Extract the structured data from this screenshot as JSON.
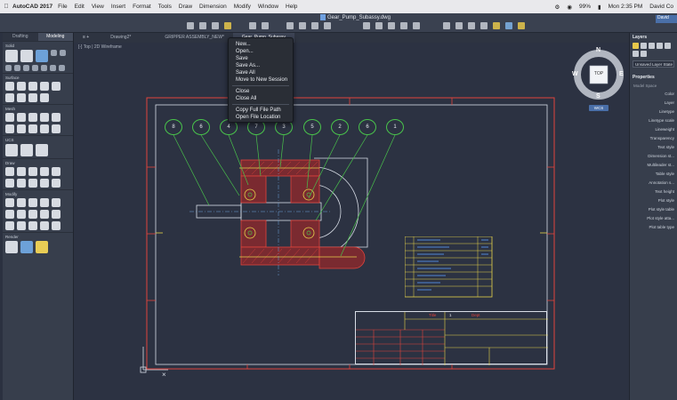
{
  "menubar": {
    "app": "AutoCAD 2017",
    "items": [
      "File",
      "Edit",
      "View",
      "Insert",
      "Format",
      "Tools",
      "Draw",
      "Dimension",
      "Modify",
      "Window",
      "Help"
    ],
    "battery": "99%",
    "clock": "Mon 2:35 PM",
    "user": "David Co"
  },
  "title": {
    "filename": "Gear_Pump_Subassy.dwg",
    "user_button": "David"
  },
  "palette": {
    "tabs": [
      "Drafting",
      "Modeling"
    ],
    "sections": [
      "Solid",
      "Surface",
      "Mesh",
      "UCS",
      "Draw",
      "Modify",
      "Render"
    ]
  },
  "doctabs": [
    {
      "label": "Drawing2*"
    },
    {
      "label": "GRIPPER ASSEMBLY_NEW*"
    },
    {
      "label": "Gear_Pump_Subassy"
    }
  ],
  "viewport": {
    "label": "[-] Top | 2D Wireframe"
  },
  "viewcube": {
    "top": "TOP",
    "n": "N",
    "s": "S",
    "e": "E",
    "w": "W",
    "wcs": "WCS"
  },
  "context_menu": {
    "group1": [
      "New...",
      "Open...",
      "Save",
      "Save As...",
      "Save All",
      "Move to New Session"
    ],
    "group2": [
      "Close",
      "Close All"
    ],
    "group3": [
      "Copy Full File Path",
      "Open File Location"
    ]
  },
  "balloons": [
    "8",
    "6",
    "4",
    "7",
    "3",
    "5",
    "2",
    "6",
    "1"
  ],
  "title_block": {
    "row1": [
      "Title",
      "1",
      "Dept"
    ]
  },
  "right_panel": {
    "layers_title": "Layers",
    "layer_select": "Unsaved Layer State",
    "properties_title": "Properties",
    "model_space": "Model Space",
    "props": [
      "Color",
      "Layer",
      "Linetype",
      "Linetype scale",
      "Lineweight",
      "Transparency",
      "Text style",
      "Dimension st...",
      "Multileader st...",
      "Table style",
      "Annotation s...",
      "Text height",
      "Plot style",
      "Plot style table",
      "Plot style atta...",
      "Plot table type"
    ]
  },
  "colors": {
    "accent": "#4a6fa8",
    "drawing_red": "#e0443c",
    "drawing_green": "#49c24b",
    "drawing_yellow": "#e6d24a",
    "canvas": "#2c3242"
  }
}
